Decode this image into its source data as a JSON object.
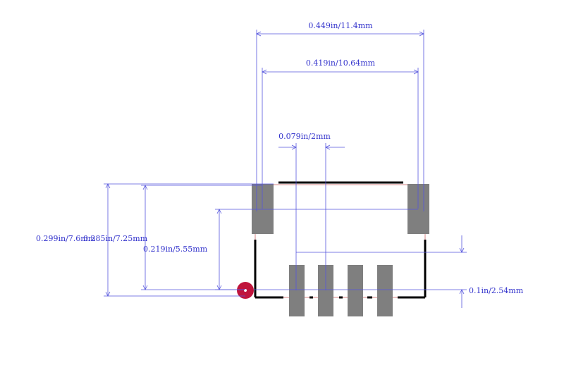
{
  "colors": {
    "dimension": "#3333cc",
    "pad": "#7f7f7f",
    "silkscreen": "#000000",
    "outline": "#cc6666",
    "pin1_marker": "#c0143c"
  },
  "dimensions": {
    "overall_width": "0.449in/11.4mm",
    "pad_center_span": "0.419in/10.64mm",
    "pad_pitch": "0.079in/2mm",
    "overall_height_a": "0.299in/7.6mm",
    "overall_height_b": "0.285in/7.25mm",
    "mid_height": "0.219in/5.55mm",
    "pin_offset": "0.1in/2.54mm"
  },
  "pin1_marker": "pin1-dot"
}
